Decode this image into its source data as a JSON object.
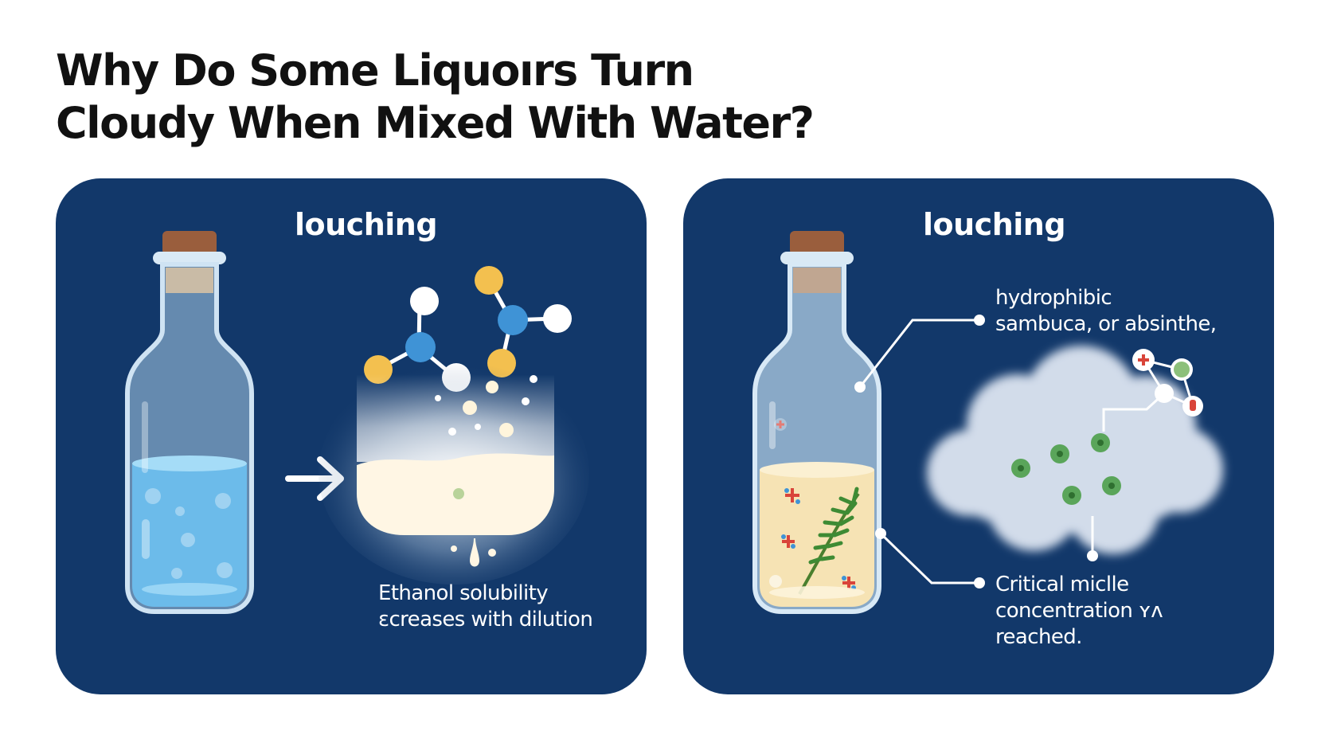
{
  "title": {
    "line1": "Why Do Some Liquoırs Turn",
    "line2": "Cloudy When Mixed With Water?"
  },
  "left_panel": {
    "heading": "louching",
    "caption_line1": "Ethanol solubility",
    "caption_line2": "ɛcreases with dilution"
  },
  "right_panel": {
    "heading": "louching",
    "label_top_line1": "hydrophibic",
    "label_top_line2": "sambuca, or absinthe,",
    "label_bottom_line1": "Critical miclle",
    "label_bottom_line2": "concentration ʏʌ",
    "label_bottom_line3": "reached."
  },
  "icons": [
    "bottle-clear-water-icon",
    "arrow-right-icon",
    "molecule-icon",
    "cloudy-emulsion-icon",
    "bottle-anise-liqueur-icon",
    "herb-sprig-icon",
    "micelle-cloud-icon"
  ],
  "colors": {
    "panel": "#12386a",
    "water": "#6cbbea",
    "liqueur": "#f6e3b4",
    "cork": "#9a5e3d",
    "atom_blue": "#3f93d6",
    "atom_yellow": "#f3c04f",
    "droplet_green": "#5aa55a"
  }
}
